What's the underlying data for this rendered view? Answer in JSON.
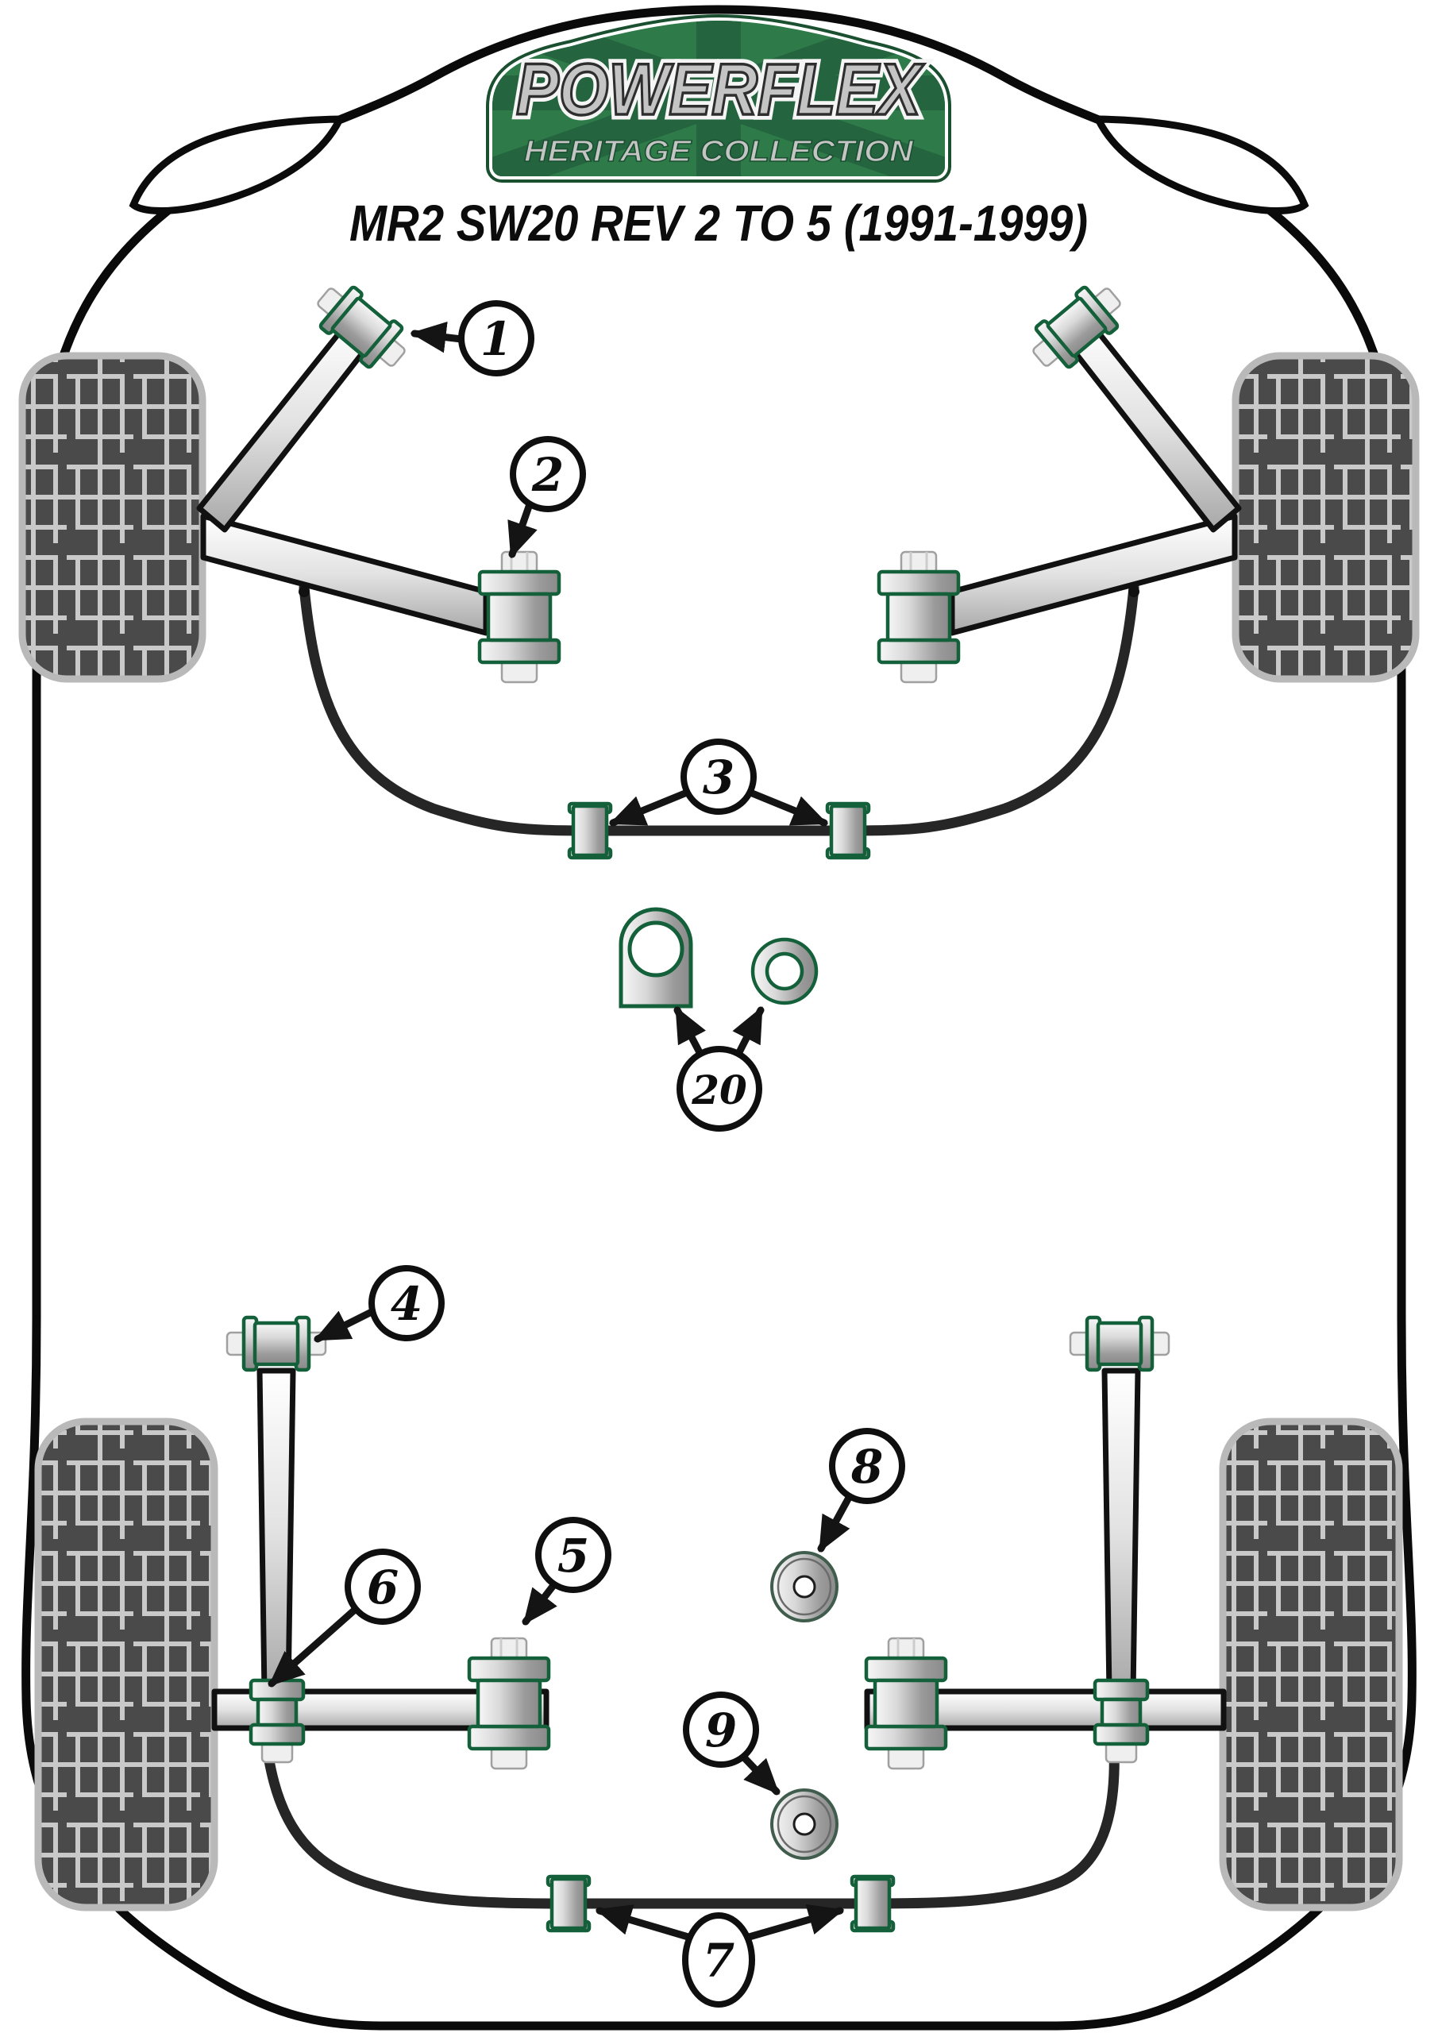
{
  "header": {
    "logo": {
      "brand": "POWERFLEX",
      "collection": "HERITAGE COLLECTION"
    },
    "title": "MR2 SW20 REV 2 TO 5 (1991-1999)"
  },
  "callouts": [
    {
      "label": "1"
    },
    {
      "label": "2"
    },
    {
      "label": "3"
    },
    {
      "label": "4"
    },
    {
      "label": "5"
    },
    {
      "label": "6"
    },
    {
      "label": "7"
    },
    {
      "label": "8"
    },
    {
      "label": "9"
    },
    {
      "label": "20"
    }
  ],
  "colors": {
    "bushing_outline_green": "#14603a",
    "logo_field_green": "#2e7b49",
    "logo_jack_green": "#24643f",
    "logo_border_green": "#1a4f30",
    "logo_silver": "#c4c4c4",
    "outline_black": "#0a0a0a",
    "bar_black": "#262626",
    "tread_dark": "#4a4a4a",
    "tread_light": "#c9c9c9"
  }
}
